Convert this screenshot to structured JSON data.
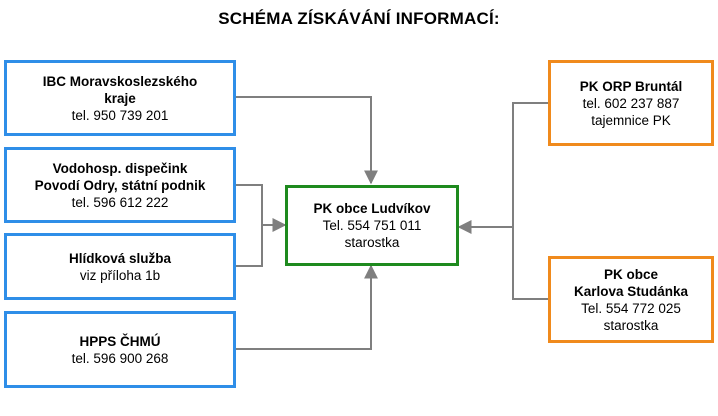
{
  "title": "SCHÉMA ZÍSKÁVÁNÍ INFORMACÍ:",
  "colors": {
    "blue": "#2f8ee8",
    "green": "#1e8a1e",
    "orange": "#f08a1c",
    "connector": "#7f7f7f"
  },
  "boxes": {
    "ibc": {
      "line1": "IBC Moravskoslezského",
      "line2": "kraje",
      "line3": "tel. 950 739 201"
    },
    "vodohosp": {
      "line1": "Vodohosp. dispečink",
      "line2": "Povodí Odry, státní podnik",
      "line3": "tel. 596 612 222"
    },
    "hlidkova": {
      "line1": "Hlídková služba",
      "line2": "viz příloha 1b"
    },
    "hpps": {
      "line1": "HPPS ČHMÚ",
      "line2": "tel. 596 900 268"
    },
    "center": {
      "line1": "PK obce Ludvíkov",
      "line2": "Tel. 554 751 011",
      "line3": "starostka"
    },
    "orp": {
      "line1": "PK ORP Bruntál",
      "line2": "tel.  602 237 887",
      "line3": "tajemnice PK"
    },
    "karlova": {
      "line1": "PK obce",
      "line2": "Karlova Studánka",
      "line3": "Tel. 554 772 025",
      "line4": "starostka"
    }
  }
}
